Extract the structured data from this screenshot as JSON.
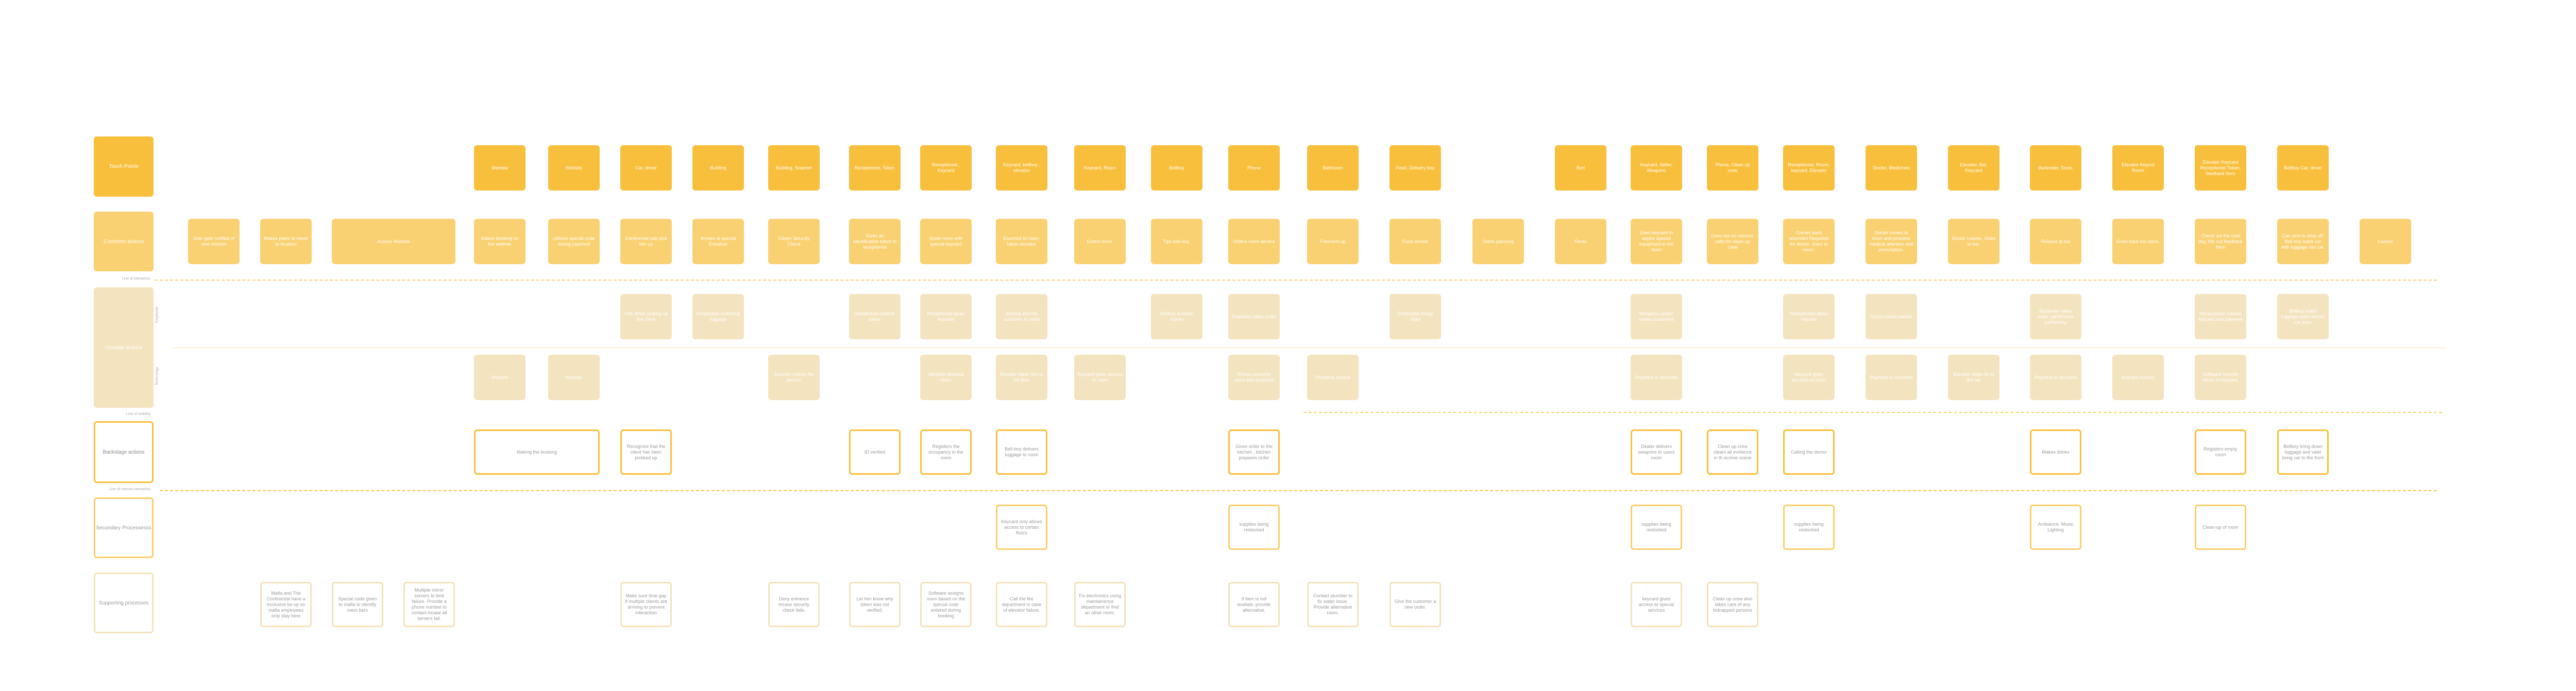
{
  "row_labels": {
    "touch_points": "Touch Points",
    "customer_actions": "Customer actions",
    "onstage_actions": "Onstage actions",
    "backstage_actions": "Backstage actions",
    "secondary_processes": "Secondary Processesss",
    "supporting_processes": "Supporting processes"
  },
  "sub_labels": {
    "employee": "Employee",
    "technology": "Technology"
  },
  "line_labels": {
    "interaction": "Line of interaction",
    "visibility": "Line of visibility",
    "internal_interaction": "Line of internal interaction"
  },
  "pre_actions": [
    {
      "customer": "User gets notified of new mission"
    },
    {
      "customer": "Makes plans to travel to location",
      "supporting": "Mafia and The Continental have a exclusive tie-up so mafia employees only stay here"
    },
    {
      "customer": "Access Website",
      "supporting": "Special code given to mafia to identify mem bers"
    },
    {
      "supporting": "Multiple mirror servers to limit failure. Provide a phone number to contact incase all servers fail."
    }
  ],
  "columns": [
    {
      "touch": "Website",
      "customer": "Makes booking on the website",
      "technology": "Website",
      "backstage": "Making the booking"
    },
    {
      "touch": "Website",
      "customer": "Utilizes special code during payment",
      "technology": "Website"
    },
    {
      "touch": "Car, driver",
      "customer": "Continental cab pick  him up",
      "employee": "Cab driver picking up the client",
      "backstage": "Recognize that the client has been pickked up",
      "supporting": "Make sure time gap if multiple clients are arriving to prevent interaction"
    },
    {
      "touch": "Building",
      "customer": "Arrives at special Entrance",
      "employee": "Employees collecting luggage"
    },
    {
      "touch": "Building, Scanner",
      "customer": "Clears Security Check",
      "technology": "Scanner checks his person",
      "supporting": "Deny entrance incase security check fails."
    },
    {
      "touch": "Receptionist, Token",
      "customer": "Gives an identification token to receptionist",
      "employee": "receptionist collects  token",
      "backstage": "ID verified",
      "supporting": "Let him know why token was not verified."
    },
    {
      "touch": "Receptionist , Keycard",
      "customer": "Given room with special keycard",
      "employee": "Receptionist gives keycard",
      "technology": "Identifies Booked room",
      "backstage": "Registers the occupancy in the room",
      "supporting": "Software assigns room based on the special code entered during booking"
    },
    {
      "touch": "Keycard, bellboy , elevator",
      "customer": "Escorted to room. Takes elevator.",
      "employee": "Bellboy escorts customer to room",
      "technology": "Elevator takes him to his floor",
      "backstage": "Bell-boy delivers luggage to room",
      "secondary": "Keycard only allows access to certain floors",
      "supporting": "Call the fire department in case of elevator failure."
    },
    {
      "touch": "Keycard, Room",
      "customer": "Enters room.",
      "technology": "Keycard gives access to room",
      "supporting": "Fix electronics using maintainence department or find an other room."
    },
    {
      "touch": "Bellboy",
      "customer": "Tips bell-boy.",
      "employee": "Bellboy accepts money"
    },
    {
      "touch": "Phone",
      "customer": "Orders room service",
      "employee": "Emplotee takes order",
      "technology": "Phone connects users and emplotee",
      "backstage": "Gives order to the kitchen , kitchen prepares order",
      "secondary": "supplies being restocked",
      "supporting": "If item is not availale, provide alternative."
    },
    {
      "touch": "Bathroom",
      "customer": "Freshens up",
      "technology": "Plumbing system",
      "supporting": "Contact plumber to fix water issue. Provide alternative room."
    },
    {
      "touch": "Food, Delivery boy",
      "customer": "Food arrives",
      "employee": "Emplolyee brings order",
      "supporting": "Give the customer a new order."
    },
    {
      "customer": "Starts planning"
    },
    {
      "touch": "Bed",
      "customer": "Rests"
    },
    {
      "touch": "Keycard, Seller, Weapons",
      "customer": "Uses keycard to aquire special equipment in the hotel",
      "employee": "Weapons dealer meets customers",
      "technology": "Payment is recorded",
      "backstage": "Dealer delivers weapons to users room",
      "secondary": "supplies being restocked",
      "supporting": "keycard gives access to special services"
    },
    {
      "touch": "Phone, Clean up crew",
      "customer": "Goes out on mission, calls for clean-up crew",
      "backstage": "Clean up crew clears all evidence in th ecrime scene",
      "supporting": "Clean up crew also takes care of any kidnapped persons"
    },
    {
      "touch": "Receptionist, Room, keycard, Elevator",
      "customer": "Comes back wounded Requests for doctor. Goes to room.",
      "employee": "Receptionist takes request",
      "technology": "Keycard gives accsess to room",
      "backstage": "Calling the doctor",
      "secondary": "supplies being restocked"
    },
    {
      "touch": "Doctor, Medicines",
      "customer": "Doctor comes to room and provides medical attention and prescription.",
      "employee": "Doctor treats paitent",
      "technology": "Payment is recorded"
    },
    {
      "touch": "Elevator, Bar, Keycard",
      "customer": "Doctor Leaves. Goes to bar.",
      "technology": "Elevator takes im to the bar"
    },
    {
      "touch": "Bartender, Drink,",
      "customer": "Relaxes at bar",
      "employee": "Bartender takes order, performers performing",
      "technology": "Payment is recorded",
      "backstage": "Makes drinks",
      "secondary": "Ambiance, Music Lighting"
    },
    {
      "touch": "Elevator Keycrd Room",
      "customer": "Goes back too room.",
      "technology": "Keycard Access"
    },
    {
      "touch": "Elevator Keycard Receptionist Token, feedback form",
      "customer": "Check out the next day, fills out feedback form",
      "employee": "Receptionist collects keycard and payment",
      "technology": "Software records return of keycard.",
      "backstage": "Registers empty room",
      "secondary": "Clean-up of room"
    },
    {
      "touch": "Bellboy  Car, driver",
      "customer": "Cab sent to drop off. Bell boy loads car with luggage into car.",
      "employee": "Bellboy loads luggage valet returns car keys",
      "backstage": "Bellboy bring down luggage and valet bring car to the front"
    },
    {
      "customer": "Leaves"
    }
  ],
  "colors": {
    "touch": "#F8BF3C",
    "customer": "#F9D172",
    "onstage": "#F4E3BF",
    "backstage_border": "#FBBF3A",
    "secondary_border": "#FCCD6C",
    "supporting_border": "#F4E2BC"
  }
}
